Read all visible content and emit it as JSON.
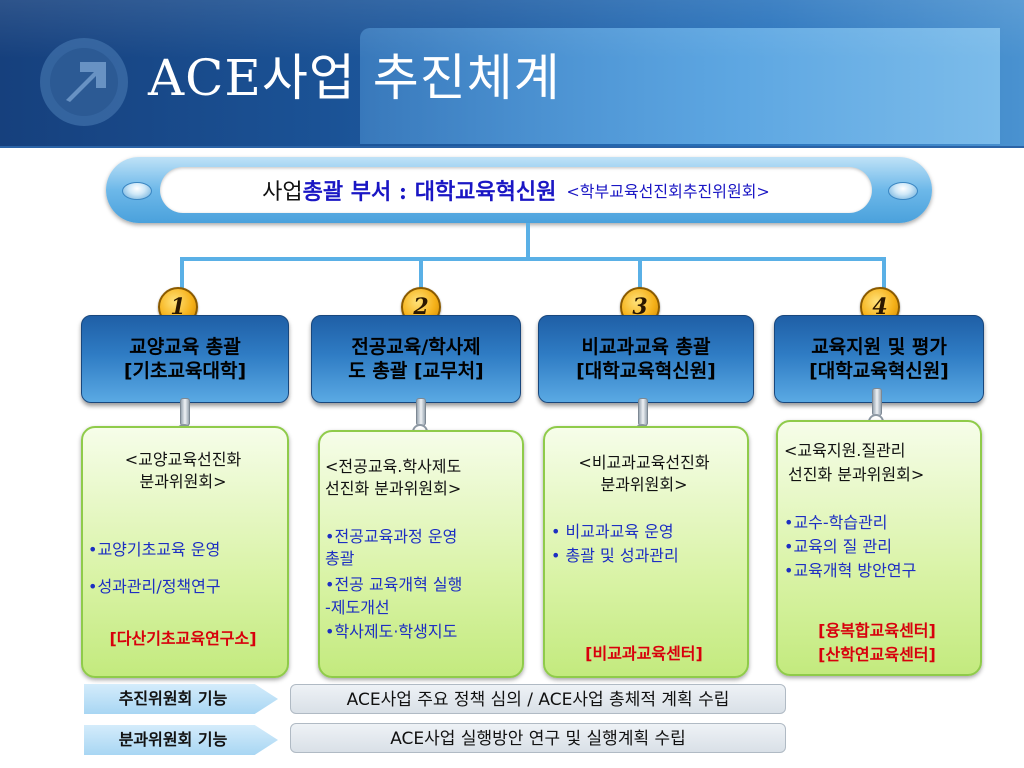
{
  "title": "ACE사업 추진체계",
  "top": {
    "prefix": "사업",
    "main": "총괄 부서 : 대학교육혁신원",
    "sub": "<학부교육선진회추진위원회>"
  },
  "columns": [
    {
      "number": "1",
      "box_line1": "교양교육 총괄",
      "box_line2": "[기초교육대학]",
      "committee_line1": "<교양교육선진화",
      "committee_line2": "분과위원회>",
      "items": [
        "•교양기초교육 운영",
        "•성과관리/정책연구"
      ],
      "center": "[다산기초교육연구소]"
    },
    {
      "number": "2",
      "box_line1": "전공교육/학사제",
      "box_line2": "도 총괄 [교무처]",
      "committee_line1": "<전공교육.학사제도",
      "committee_line2": "선진화 분과위원회>",
      "items": [
        "•전공교육과정 운영",
        " 총괄",
        "•전공 교육개혁 실행",
        "-제도개선",
        "•학사제도·학생지도"
      ]
    },
    {
      "number": "3",
      "box_line1": "비교과교육 총괄",
      "box_line2": "[대학교육혁신원]",
      "committee_line1": "<비교과교육선진화",
      "committee_line2": "분과위원회>",
      "items": [
        "• 비교과교육 운영",
        "• 총괄 및 성과관리"
      ],
      "center": "[비교과교육센터]"
    },
    {
      "number": "4",
      "box_line1": "교육지원 및 평가",
      "box_line2": "[대학교육혁신원]",
      "committee_line1": "<교육지원.질관리",
      "committee_line2": "선진화 분과위원회>",
      "items": [
        "•교수-학습관리",
        "•교육의 질 관리",
        "•교육개혁 방안연구"
      ],
      "center1": "[융복합교육센터]",
      "center2": "[산학연교육센터]"
    }
  ],
  "functions": [
    {
      "label": "추진위원회 기능",
      "text": "ACE사업 주요 정책 심의 / ACE사업 총체적 계획 수립"
    },
    {
      "label": "분과위원회 기능",
      "text": "ACE사업 실행방안 연구 및 실행계획 수립"
    }
  ]
}
